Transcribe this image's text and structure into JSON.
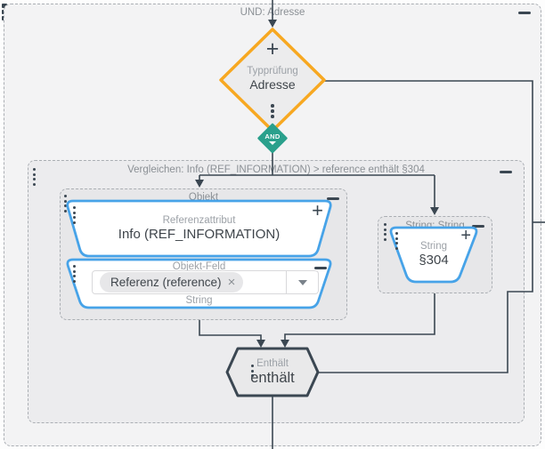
{
  "icons": {
    "plus": "+",
    "close": "×"
  },
  "outer_group": {
    "title": "UND: Adresse"
  },
  "type_check": {
    "label": "Typprüfung",
    "value": "Adresse"
  },
  "and_operator": {
    "label": "AND"
  },
  "compare_group": {
    "title": "Vergleichen: Info (REF_INFORMATION) > reference enthält §304"
  },
  "object_group": {
    "title": "Objekt"
  },
  "reference_attribute": {
    "label": "Referenzattribut",
    "value": "Info (REF_INFORMATION)"
  },
  "object_field": {
    "label": "Objekt-Feld",
    "selected_chip": "Referenz (reference)",
    "output_type": "String"
  },
  "string_group": {
    "title": "String: String"
  },
  "string_literal": {
    "label": "String",
    "value": "§304"
  },
  "contains_operator": {
    "label": "Enthält",
    "value": "enthält"
  },
  "colors": {
    "accent_orange": "#F7A821",
    "accent_blue": "#47A3E8",
    "accent_teal": "#2AA08C",
    "line_dark": "#3B4752",
    "label_gray": "#8B9095"
  }
}
